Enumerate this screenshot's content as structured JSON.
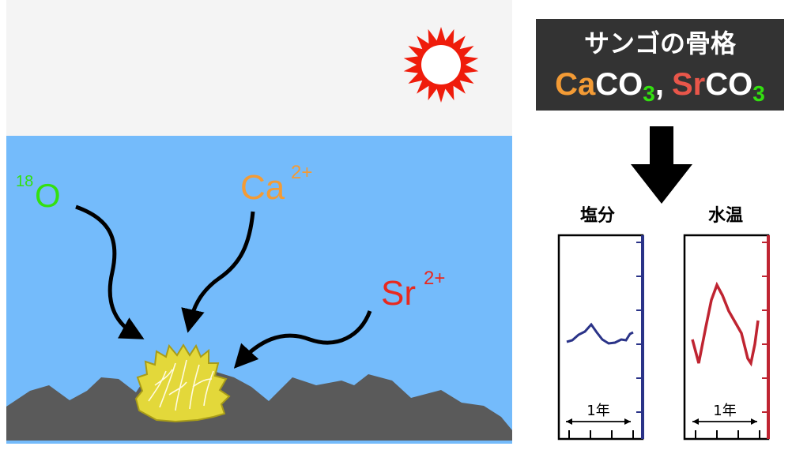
{
  "scene": {
    "colors": {
      "sky": "#f4f4f4",
      "water": "#74bbfb",
      "rock": "#5a5a5a",
      "coral": "#e3d83a",
      "coral_outline": "#a89c18",
      "sun": "#ef1c0b",
      "arrow": "#000000"
    },
    "ions": {
      "oxygen_mass": "18",
      "oxygen_symbol": "O",
      "oxygen_color": "#33e010",
      "calcium_symbol": "Ca",
      "calcium_charge": "2+",
      "calcium_color": "#f39b35",
      "strontium_symbol": "Sr",
      "strontium_charge": "2+",
      "strontium_color": "#e8291f"
    }
  },
  "skeleton_box": {
    "title": "サンゴの骨格",
    "formula1_a": "Ca",
    "formula1_b": "CO",
    "formula1_sub": "3",
    "separator": ",",
    "formula2_a": "Sr",
    "formula2_b": "CO",
    "formula2_sub": "3",
    "colors": {
      "background": "#333333",
      "title": "#ffffff",
      "ca": "#f39b35",
      "sr": "#e8564a",
      "co": "#ffffff",
      "sub": "#33e010"
    }
  },
  "panels": {
    "salinity": {
      "title": "塩分",
      "period_label": "1年",
      "axis_color": "#2a3388",
      "line_color": "#2a3388"
    },
    "temperature": {
      "title": "水温",
      "period_label": "1年",
      "axis_color": "#bf2431",
      "line_color": "#bf2431"
    }
  }
}
